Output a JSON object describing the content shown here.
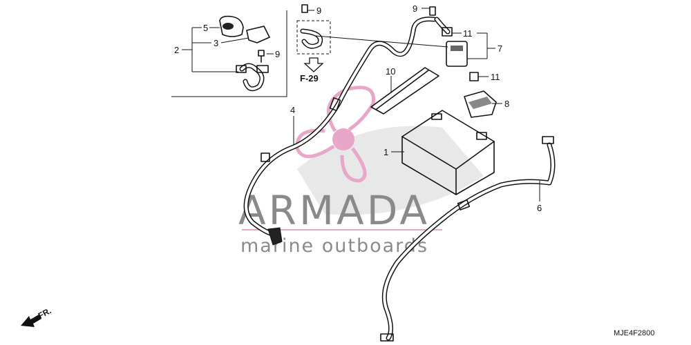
{
  "callouts": {
    "c1": "1",
    "c2": "2",
    "c3": "3",
    "c4": "4",
    "c5": "5",
    "c6": "6",
    "c7": "7",
    "c8": "8",
    "c9a": "9",
    "c9b": "9",
    "c9c": "9",
    "c10": "10",
    "c11a": "11",
    "c11b": "11"
  },
  "reference": {
    "label": "F-29"
  },
  "direction": {
    "label": "FR."
  },
  "diagram_code": "MJE4F2800",
  "watermark": {
    "brand": "ARMADA",
    "tagline": "marine outboards",
    "accent_color": "#e8a6c8",
    "text_color": "#8a8a8a"
  }
}
